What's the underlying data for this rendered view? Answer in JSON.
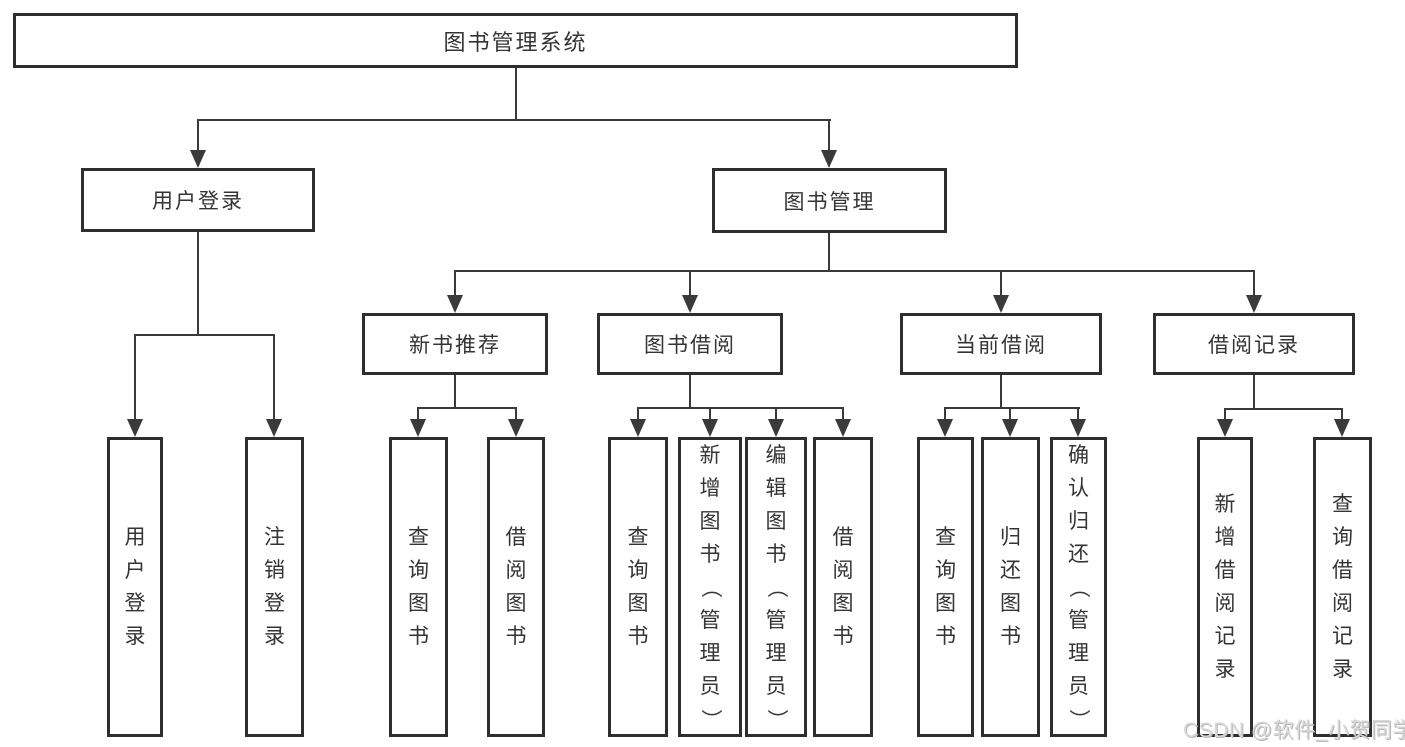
{
  "diagram": {
    "title": "图书管理系统",
    "nodes": {
      "root": "图书管理系统",
      "user_login": "用户登录",
      "book_mgmt": "图书管理",
      "new_books": "新书推荐",
      "book_borrow": "图书借阅",
      "current_borrow": "当前借阅",
      "borrow_records": "借阅记录",
      "login_children": [
        "用户登录",
        "注销登录"
      ],
      "new_books_children": [
        "查询图书",
        "借阅图书"
      ],
      "book_borrow_children": [
        "查询图书",
        "新增图书（管理员）",
        "编辑图书（管理员）",
        "借阅图书"
      ],
      "current_borrow_children": [
        "查询图书",
        "归还图书",
        "确认归还（管理员）"
      ],
      "borrow_records_children": [
        "新增借阅记录",
        "查询借阅记录"
      ]
    },
    "colors": {
      "line": "#3a3a3a",
      "box_border": "#2e2e2e",
      "text": "#343434",
      "background": "#ffffff",
      "watermark": "#d7d7d7"
    }
  },
  "watermark": "CSDN @软件_小贺同学"
}
